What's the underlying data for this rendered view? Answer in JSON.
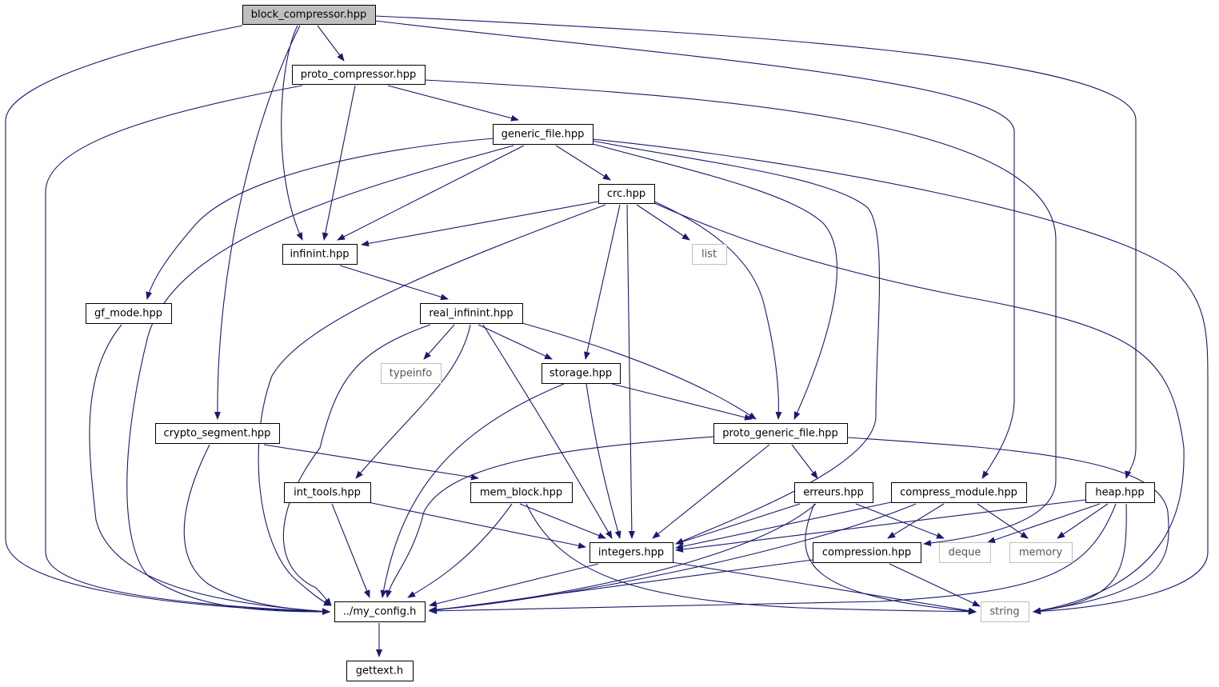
{
  "colors": {
    "edge": "#191970",
    "node_border": "#000000",
    "external_border": "#bfbfbf",
    "root_fill": "#bfbfbf",
    "node_fill": "#ffffff"
  },
  "nodes": {
    "block_compressor": {
      "label": "block_compressor.hpp",
      "kind": "root"
    },
    "proto_compressor": {
      "label": "proto_compressor.hpp",
      "kind": "file"
    },
    "generic_file": {
      "label": "generic_file.hpp",
      "kind": "file"
    },
    "crc": {
      "label": "crc.hpp",
      "kind": "file"
    },
    "infinint": {
      "label": "infinint.hpp",
      "kind": "file"
    },
    "list": {
      "label": "list",
      "kind": "external"
    },
    "gf_mode": {
      "label": "gf_mode.hpp",
      "kind": "file"
    },
    "real_infinint": {
      "label": "real_infinint.hpp",
      "kind": "file"
    },
    "typeinfo": {
      "label": "typeinfo",
      "kind": "external"
    },
    "storage": {
      "label": "storage.hpp",
      "kind": "file"
    },
    "crypto_segment": {
      "label": "crypto_segment.hpp",
      "kind": "file"
    },
    "proto_generic_file": {
      "label": "proto_generic_file.hpp",
      "kind": "file"
    },
    "int_tools": {
      "label": "int_tools.hpp",
      "kind": "file"
    },
    "mem_block": {
      "label": "mem_block.hpp",
      "kind": "file"
    },
    "erreurs": {
      "label": "erreurs.hpp",
      "kind": "file"
    },
    "compress_module": {
      "label": "compress_module.hpp",
      "kind": "file"
    },
    "heap": {
      "label": "heap.hpp",
      "kind": "file"
    },
    "integers": {
      "label": "integers.hpp",
      "kind": "file"
    },
    "compression": {
      "label": "compression.hpp",
      "kind": "file"
    },
    "deque": {
      "label": "deque",
      "kind": "external"
    },
    "memory": {
      "label": "memory",
      "kind": "external"
    },
    "my_config": {
      "label": "../my_config.h",
      "kind": "file"
    },
    "string": {
      "label": "string",
      "kind": "external"
    },
    "gettext": {
      "label": "gettext.h",
      "kind": "file"
    }
  },
  "edges": [
    [
      "block_compressor",
      "proto_compressor"
    ],
    [
      "block_compressor",
      "infinint"
    ],
    [
      "block_compressor",
      "crypto_segment"
    ],
    [
      "block_compressor",
      "my_config"
    ],
    [
      "block_compressor",
      "compress_module"
    ],
    [
      "block_compressor",
      "heap"
    ],
    [
      "proto_compressor",
      "generic_file"
    ],
    [
      "proto_compressor",
      "infinint"
    ],
    [
      "proto_compressor",
      "my_config"
    ],
    [
      "proto_compressor",
      "compression"
    ],
    [
      "generic_file",
      "crc"
    ],
    [
      "generic_file",
      "infinint"
    ],
    [
      "generic_file",
      "gf_mode"
    ],
    [
      "generic_file",
      "my_config"
    ],
    [
      "generic_file",
      "proto_generic_file"
    ],
    [
      "generic_file",
      "integers"
    ],
    [
      "generic_file",
      "string"
    ],
    [
      "crc",
      "infinint"
    ],
    [
      "crc",
      "list"
    ],
    [
      "crc",
      "storage"
    ],
    [
      "crc",
      "integers"
    ],
    [
      "crc",
      "proto_generic_file"
    ],
    [
      "crc",
      "my_config"
    ],
    [
      "crc",
      "string"
    ],
    [
      "infinint",
      "real_infinint"
    ],
    [
      "gf_mode",
      "my_config"
    ],
    [
      "real_infinint",
      "typeinfo"
    ],
    [
      "real_infinint",
      "storage"
    ],
    [
      "real_infinint",
      "proto_generic_file"
    ],
    [
      "real_infinint",
      "int_tools"
    ],
    [
      "real_infinint",
      "integers"
    ],
    [
      "real_infinint",
      "my_config"
    ],
    [
      "storage",
      "proto_generic_file"
    ],
    [
      "storage",
      "integers"
    ],
    [
      "storage",
      "my_config"
    ],
    [
      "crypto_segment",
      "mem_block"
    ],
    [
      "crypto_segment",
      "my_config"
    ],
    [
      "proto_generic_file",
      "erreurs"
    ],
    [
      "proto_generic_file",
      "integers"
    ],
    [
      "proto_generic_file",
      "my_config"
    ],
    [
      "proto_generic_file",
      "string"
    ],
    [
      "int_tools",
      "integers"
    ],
    [
      "int_tools",
      "my_config"
    ],
    [
      "mem_block",
      "integers"
    ],
    [
      "mem_block",
      "my_config"
    ],
    [
      "mem_block",
      "string"
    ],
    [
      "erreurs",
      "integers"
    ],
    [
      "erreurs",
      "my_config"
    ],
    [
      "erreurs",
      "deque"
    ],
    [
      "erreurs",
      "string"
    ],
    [
      "compress_module",
      "integers"
    ],
    [
      "compress_module",
      "compression"
    ],
    [
      "compress_module",
      "memory"
    ],
    [
      "compress_module",
      "my_config"
    ],
    [
      "heap",
      "integers"
    ],
    [
      "heap",
      "deque"
    ],
    [
      "heap",
      "memory"
    ],
    [
      "heap",
      "string"
    ],
    [
      "heap",
      "my_config"
    ],
    [
      "integers",
      "my_config"
    ],
    [
      "integers",
      "string"
    ],
    [
      "compression",
      "my_config"
    ],
    [
      "compression",
      "string"
    ],
    [
      "my_config",
      "gettext"
    ]
  ]
}
